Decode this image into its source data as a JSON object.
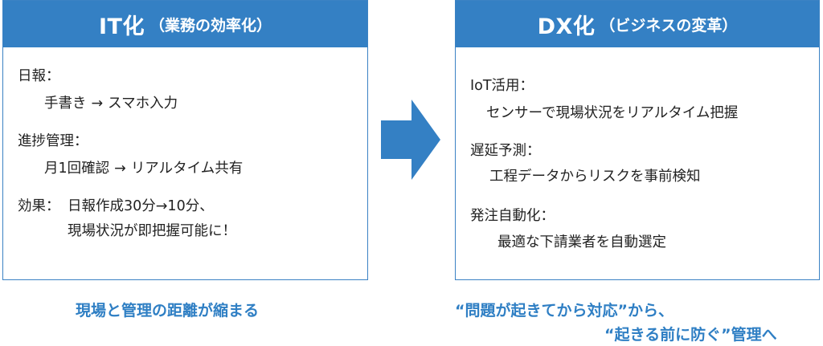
{
  "left": {
    "title_main": "IT化",
    "title_sub": "（業務の効率化）",
    "item1_label": "日報：",
    "item1_from": "手書き",
    "item1_to": "スマホ入力",
    "item2_label": "進捗管理：",
    "item2_from": "月1回確認",
    "item2_to": "リアルタイム共有",
    "item3_label": "効果：",
    "item3_line1": "日報作成30分→10分、",
    "item3_line2": "現場状況が即把握可能に！",
    "arrow": "→"
  },
  "right": {
    "title_main": "DX化",
    "title_sub": "（ビジネスの変革）",
    "item1_label": "IoT活用：",
    "item1_text": "センサーで現場状況をリアルタイム把握",
    "item2_label": "遅延予測：",
    "item2_text": "工程データからリスクを事前検知",
    "item3_label": "発注自動化：",
    "item3_text": "最適な下請業者を自動選定"
  },
  "footer": {
    "left": "現場と管理の距離が縮まる",
    "right_line1": "“問題が起きてから対応”から、",
    "right_line2": "“起きる前に防ぐ”管理へ"
  },
  "colors": {
    "accent": "#3480c4",
    "footer_text": "#2f7fc4"
  }
}
